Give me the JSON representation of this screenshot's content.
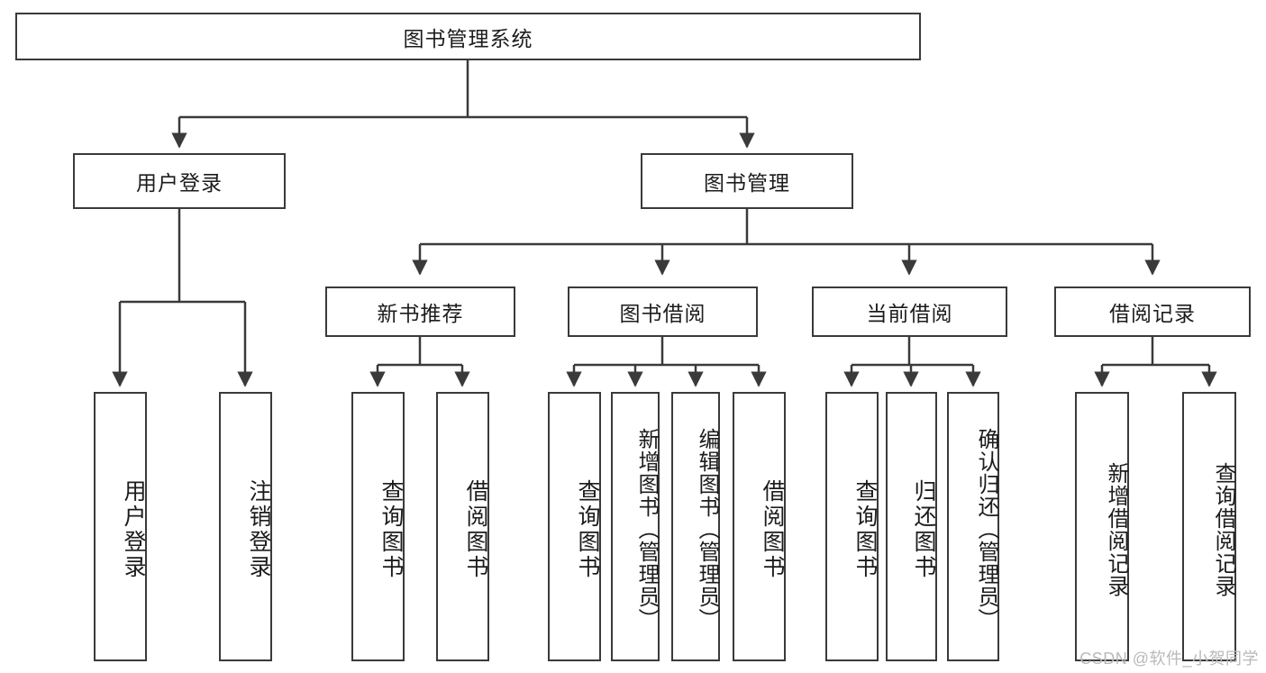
{
  "diagram": {
    "title": "图书管理系统",
    "watermark": "CSDN @软件_小贺同学",
    "type": "tree",
    "accent_color": "#3a3a3a",
    "background_color": "#ffffff",
    "text_color": "#1c1c1c",
    "nodes": {
      "root": {
        "label": "图书管理系统",
        "level": 0
      },
      "l1_a": {
        "label": "用户登录",
        "level": 1
      },
      "l1_b": {
        "label": "图书管理",
        "level": 1
      },
      "l2_a": {
        "label": "新书推荐",
        "level": 2
      },
      "l2_b": {
        "label": "图书借阅",
        "level": 2
      },
      "l2_c": {
        "label": "当前借阅",
        "level": 2
      },
      "l2_d": {
        "label": "借阅记录",
        "level": 2
      },
      "leaf_1": {
        "label": "用户登录",
        "level": 3
      },
      "leaf_2": {
        "label": "注销登录",
        "level": 3
      },
      "leaf_3": {
        "label": "查询图书",
        "level": 3
      },
      "leaf_4": {
        "label": "借阅图书",
        "level": 3
      },
      "leaf_5": {
        "label": "查询图书",
        "level": 3
      },
      "leaf_6": {
        "label": "新增图书（管理员）",
        "level": 3
      },
      "leaf_7": {
        "label": "编辑图书（管理员）",
        "level": 3
      },
      "leaf_8": {
        "label": "借阅图书",
        "level": 3
      },
      "leaf_9": {
        "label": "查询图书",
        "level": 3
      },
      "leaf_10": {
        "label": "归还图书",
        "level": 3
      },
      "leaf_11": {
        "label": "确认归还（管理员）",
        "level": 3
      },
      "leaf_12": {
        "label": "新增借阅记录",
        "level": 3
      },
      "leaf_13": {
        "label": "查询借阅记录",
        "level": 3
      }
    },
    "edges": [
      {
        "from": "root",
        "to": "l1_a"
      },
      {
        "from": "root",
        "to": "l1_b"
      },
      {
        "from": "l1_a",
        "to": "leaf_1"
      },
      {
        "from": "l1_a",
        "to": "leaf_2"
      },
      {
        "from": "l1_b",
        "to": "l2_a"
      },
      {
        "from": "l1_b",
        "to": "l2_b"
      },
      {
        "from": "l1_b",
        "to": "l2_c"
      },
      {
        "from": "l1_b",
        "to": "l2_d"
      },
      {
        "from": "l2_a",
        "to": "leaf_3"
      },
      {
        "from": "l2_a",
        "to": "leaf_4"
      },
      {
        "from": "l2_b",
        "to": "leaf_5"
      },
      {
        "from": "l2_b",
        "to": "leaf_6"
      },
      {
        "from": "l2_b",
        "to": "leaf_7"
      },
      {
        "from": "l2_b",
        "to": "leaf_8"
      },
      {
        "from": "l2_c",
        "to": "leaf_9"
      },
      {
        "from": "l2_c",
        "to": "leaf_10"
      },
      {
        "from": "l2_c",
        "to": "leaf_11"
      },
      {
        "from": "l2_d",
        "to": "leaf_12"
      },
      {
        "from": "l2_d",
        "to": "leaf_13"
      }
    ]
  }
}
